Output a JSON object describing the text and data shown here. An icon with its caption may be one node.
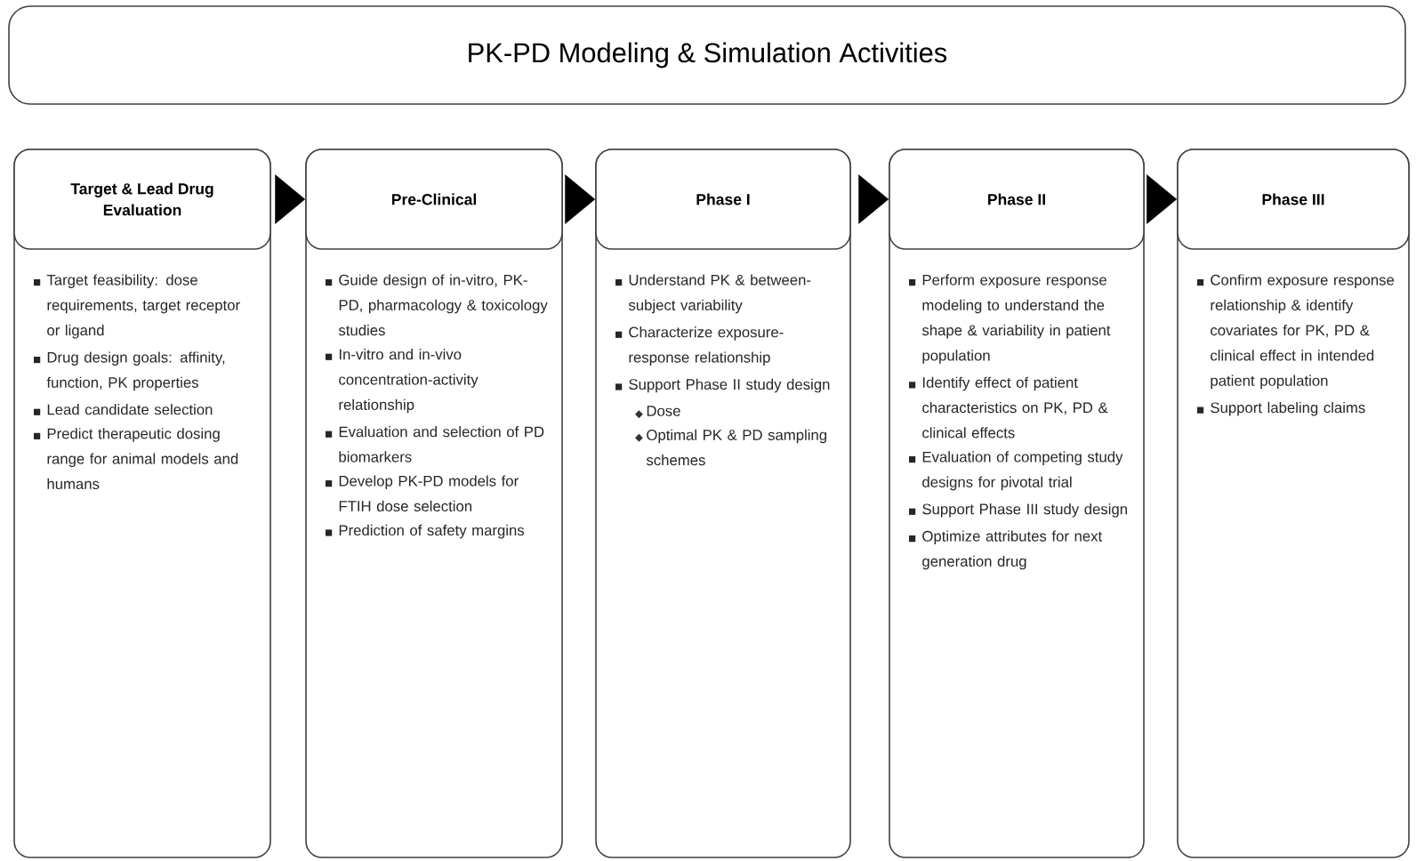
{
  "diagram": {
    "nodes": [
      {
        "text": [
          "PK-PD Modeling & Simulation Activities"
        ]
      },
      {
        "text": [
          "Target feasibility: dose requirements, target receptor or ligand",
          "Drug design goals: affinity, function, PK properties",
          "Lead candidate selection",
          "Predict therapeutic dosing range for animal models and humans"
        ]
      },
      {
        "text": [
          "Target & Lead Drug Evaluation"
        ],
        "in": 1
      },
      {
        "text": [
          "Guide design of in-vitro, PK-PD, pharmacology & toxicology studies",
          "In-vitro and in-vivo concentration-activity relationship",
          "Evaluation and selection of PD biomarkers",
          "Develop PK-PD models for FTIH dose selection",
          "Prediction of safety margins"
        ]
      },
      {
        "text": [
          "Pre-Clinical"
        ],
        "in": 3
      },
      {
        "text": [
          "Understand PK & between-subject variability",
          "Characterize exposure-response relationship",
          "Support Phase II study design",
          "Dose",
          "Optimal PK & PD sampling schemes"
        ]
      },
      {
        "text": [
          "Phase I"
        ],
        "in": 5
      },
      {
        "text": [
          "Perform exposure response modeling to understand the shape & variability in patient population",
          "Identify effect of patient characteristics on PK, PD & clinical effects",
          "Evaluation of competing study designs for pivotal trial",
          "Support Phase III study design",
          "Optimize attributes for next generation drug"
        ]
      },
      {
        "text": [
          "Phase II"
        ],
        "in": 7
      },
      {
        "text": [
          "Confirm exposure response relationship & identify covariates for PK, PD & clinical effect in intended patient population",
          "Support labeling claims"
        ]
      },
      {
        "text": [
          "Phase III"
        ],
        "in": 9
      }
    ],
    "edges": [
      {
        "from": 2,
        "to": 4,
        "arrow": "to"
      },
      {
        "from": 4,
        "to": 6,
        "arrow": "to"
      },
      {
        "from": 6,
        "to": 8,
        "arrow": "to"
      },
      {
        "from": 8,
        "to": 10,
        "arrow": "to"
      }
    ]
  }
}
